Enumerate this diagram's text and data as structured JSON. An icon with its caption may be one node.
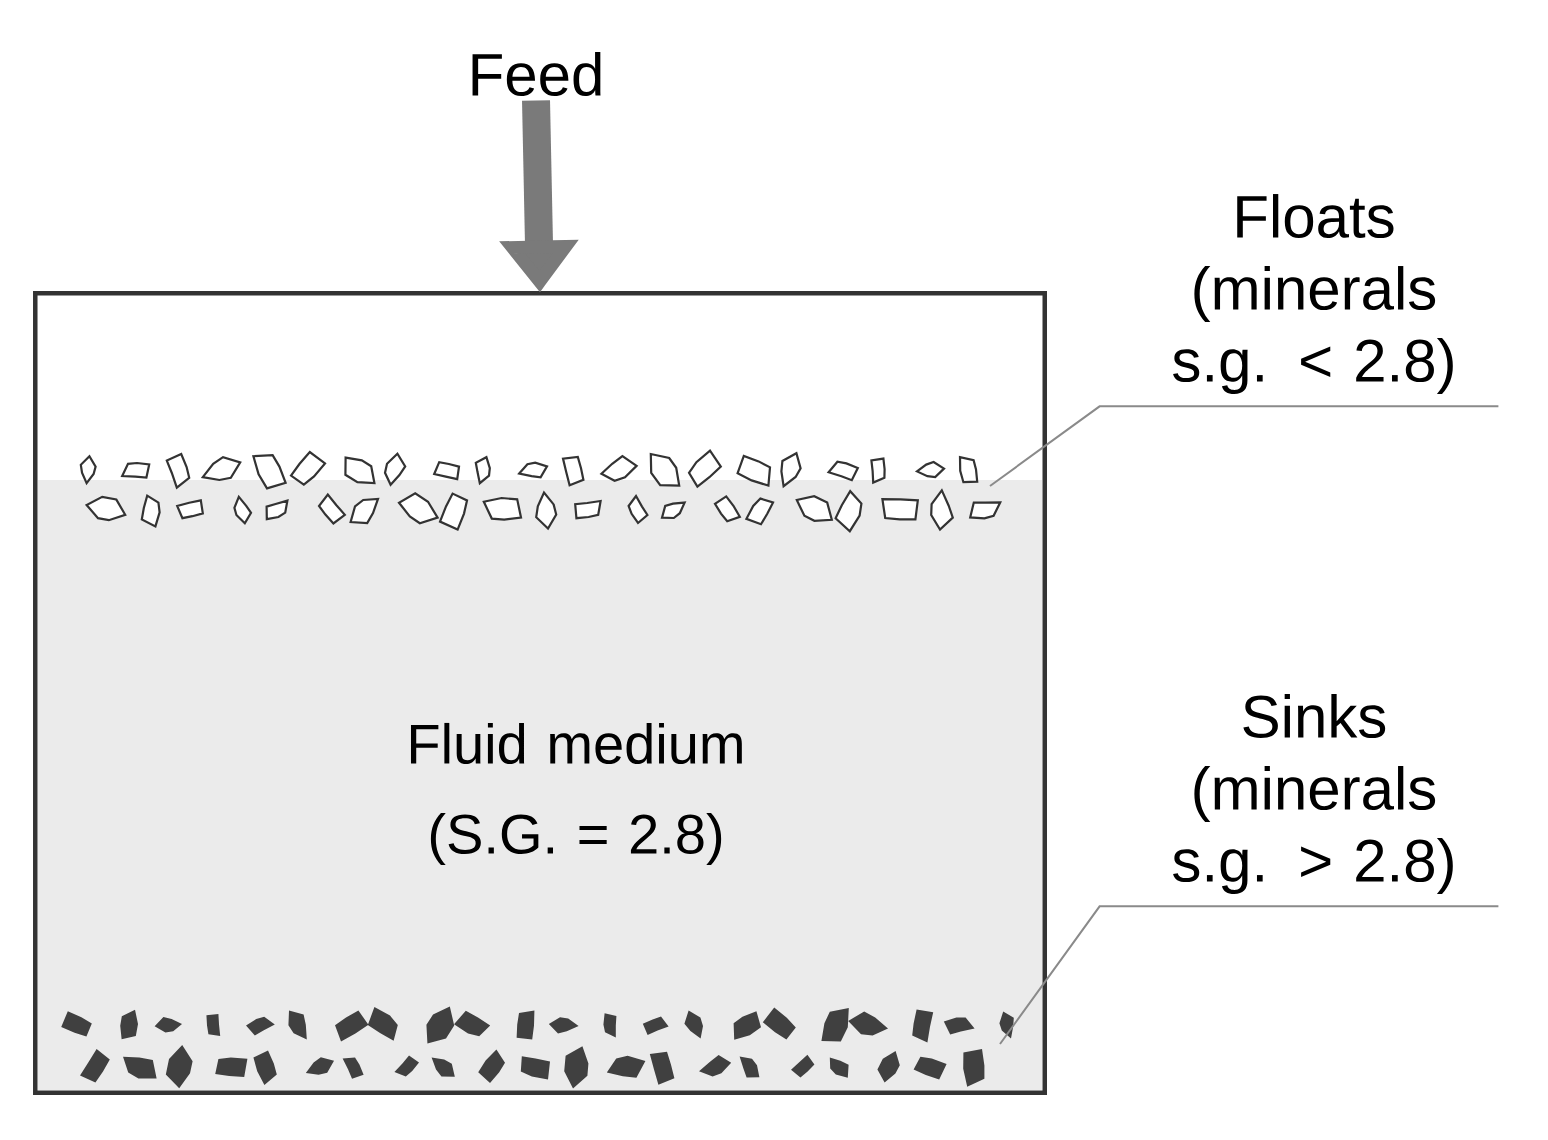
{
  "diagram": {
    "nodes": [
      {
        "text": [
          "Feed"
        ]
      },
      {
        "text": [
          "Fluid medium (S.G. = 2.8)"
        ]
      },
      {
        "text": [],
        "shape": "band",
        "in": 1
      },
      {
        "text": [],
        "shape": "band",
        "in": 1
      },
      {
        "text": [
          "Floats",
          "(minerals s.g. < 2.8)"
        ]
      },
      {
        "text": [
          "Sinks",
          "(minerals s.g. > 2.8)"
        ]
      }
    ],
    "edges": [
      {
        "from": 0,
        "to": 1,
        "arrow": "to",
        "style": "thick",
        "color": "#7a7a7a"
      },
      {
        "from": 4,
        "to": 2,
        "arrow": "none"
      },
      {
        "from": 5,
        "to": 3,
        "arrow": "none"
      }
    ]
  }
}
